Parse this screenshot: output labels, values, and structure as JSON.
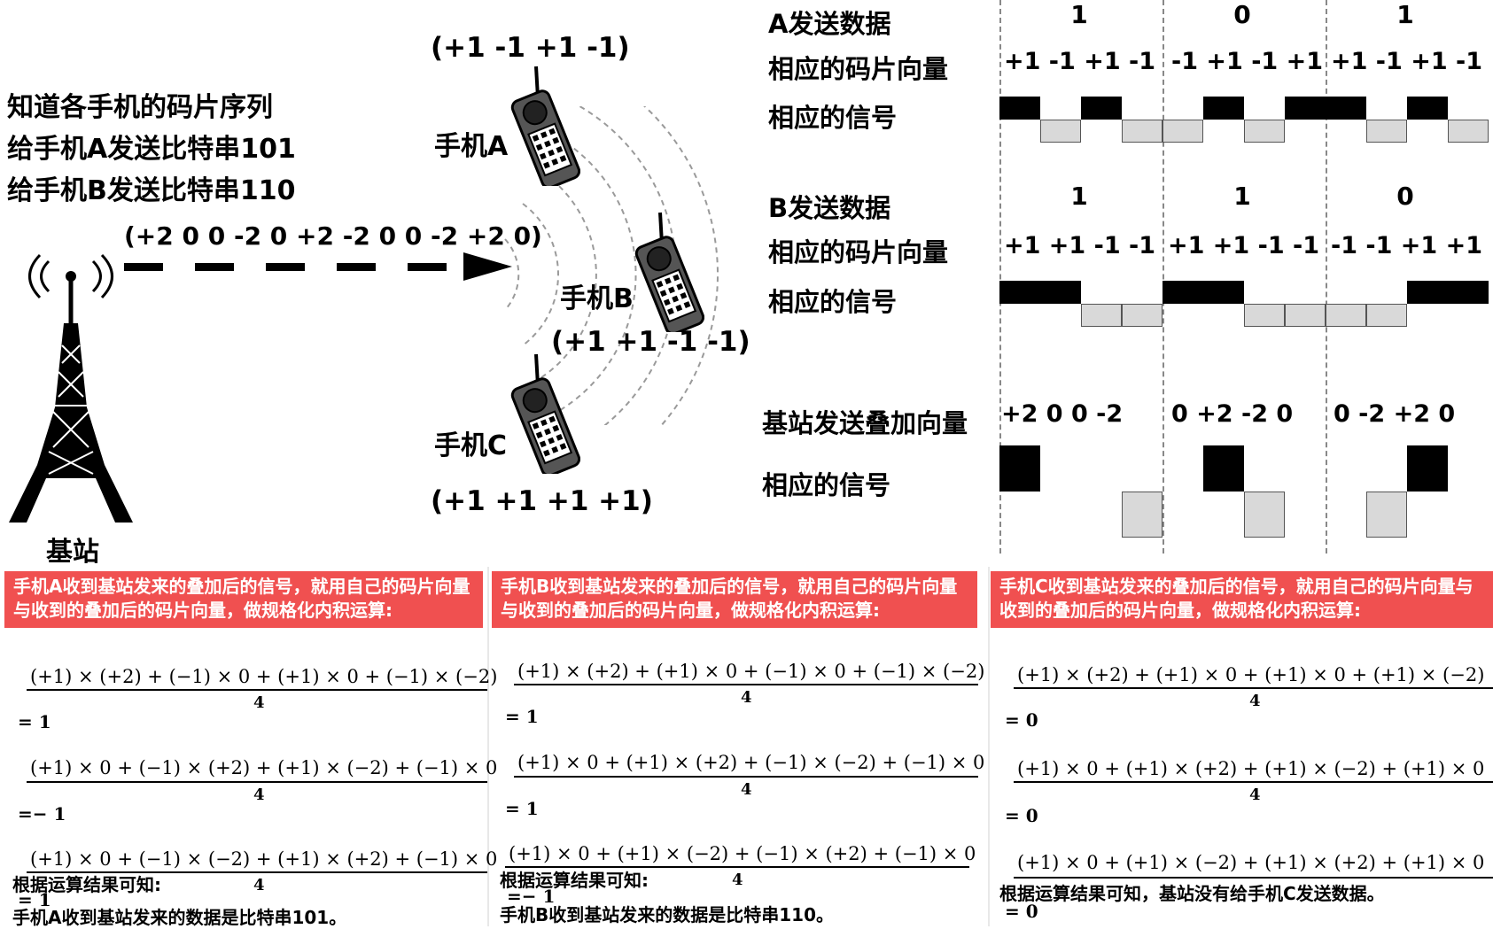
{
  "left": {
    "intro": [
      "知道各手机的码片序列",
      "给手机A发送比特串101",
      "给手机B发送比特串110"
    ],
    "tower_label": "基站",
    "broadcast_vector": "(+2 0 0 -2 0 +2 -2 0 0 -2 +2 0)",
    "phone_a": {
      "name": "手机A",
      "code": "(+1 -1 +1 -1)"
    },
    "phone_b": {
      "name": "手机B",
      "code": "(+1 +1 -1 -1)"
    },
    "phone_c": {
      "name": "手机C",
      "code": "(+1 +1 +1 +1)"
    }
  },
  "right": {
    "a_data_label": "A发送数据",
    "a_bits": [
      "1",
      "0",
      "1"
    ],
    "a_chip_label": "相应的码片向量",
    "a_chips": [
      "+1 -1 +1 -1",
      "-1 +1 -1 +1",
      "+1 -1 +1 -1"
    ],
    "a_signal_label": "相应的信号",
    "a_signal": [
      1,
      -1,
      1,
      -1,
      -1,
      1,
      -1,
      1,
      1,
      -1,
      1,
      -1
    ],
    "b_data_label": "B发送数据",
    "b_bits": [
      "1",
      "1",
      "0"
    ],
    "b_chip_label": "相应的码片向量",
    "b_chips": [
      "+1 +1 -1 -1",
      "+1 +1 -1 -1",
      "-1 -1 +1 +1"
    ],
    "b_signal_label": "相应的信号",
    "b_signal": [
      1,
      1,
      -1,
      -1,
      1,
      1,
      -1,
      -1,
      -1,
      -1,
      1,
      1
    ],
    "sum_label": "基站发送叠加向量",
    "sum_values": [
      "+2 0 0 -2",
      "0 +2 -2 0",
      "0 -2 +2 0"
    ],
    "sum_signal_label": "相应的信号",
    "sum_signal": [
      2,
      0,
      0,
      -2,
      0,
      2,
      -2,
      0,
      0,
      -2,
      2,
      0
    ]
  },
  "panels": [
    {
      "header": "手机A收到基站发来的叠加后的信号，就用自己的码片向量与收到的叠加后的码片向量，做规格化内积运算:",
      "eqs": [
        {
          "num": "(+1) × (+2) + (−1) × 0 + (+1) × 0 + (−1) × (−2)",
          "den": "4",
          "res": "= 1"
        },
        {
          "num": "(+1) × 0 + (−1) × (+2) + (+1) × (−2) + (−1) × 0",
          "den": "4",
          "res": "=− 1"
        },
        {
          "num": "(+1) × 0 + (−1) × (−2) + (+1) × (+2) + (−1) × 0",
          "den": "4",
          "res": "= 1"
        }
      ],
      "conclusion1": "根据运算结果可知:",
      "conclusion2": "手机A收到基站发来的数据是比特串101。"
    },
    {
      "header": "手机B收到基站发来的叠加后的信号，就用自己的码片向量与收到的叠加后的码片向量，做规格化内积运算:",
      "eqs": [
        {
          "num": "(+1) × (+2) + (+1) × 0 + (−1) × 0 + (−1) × (−2)",
          "den": "4",
          "res": "= 1"
        },
        {
          "num": "(+1) × 0 + (+1) × (+2) + (−1) × (−2) + (−1) × 0",
          "den": "4",
          "res": "= 1"
        },
        {
          "num": "(+1) × 0 + (+1) × (−2) + (−1) × (+2) + (−1) × 0",
          "den": "4",
          "res": "=− 1"
        }
      ],
      "conclusion1": "根据运算结果可知:",
      "conclusion2": "手机B收到基站发来的数据是比特串110。"
    },
    {
      "header": "手机C收到基站发来的叠加后的信号，就用自己的码片向量与收到的叠加后的码片向量，做规格化内积运算:",
      "eqs": [
        {
          "num": "(+1) × (+2) + (+1) × 0 + (+1) × 0 + (+1) × (−2)",
          "den": "4",
          "res": "= 0"
        },
        {
          "num": "(+1) × 0 + (+1) × (+2) + (+1) × (−2) + (+1) × 0",
          "den": "4",
          "res": "= 0"
        },
        {
          "num": "(+1) × 0 + (+1) × (−2) + (+1) × (+2) + (+1) × 0",
          "den": "4",
          "res": "= 0"
        }
      ],
      "conclusion1": "根据运算结果可知，基站没有给手机C发送数据。",
      "conclusion2": ""
    }
  ]
}
